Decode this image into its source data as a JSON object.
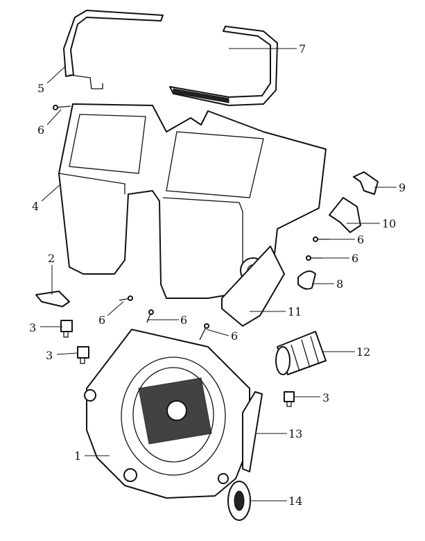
{
  "callouts": [
    {
      "id": "c5",
      "label": "5"
    },
    {
      "id": "c7",
      "label": "7"
    },
    {
      "id": "c6a",
      "label": "6"
    },
    {
      "id": "c4",
      "label": "4"
    },
    {
      "id": "c9",
      "label": "9"
    },
    {
      "id": "c10",
      "label": "10"
    },
    {
      "id": "c6b",
      "label": "6"
    },
    {
      "id": "c6c",
      "label": "6"
    },
    {
      "id": "c2",
      "label": "2"
    },
    {
      "id": "c8",
      "label": "8"
    },
    {
      "id": "c11",
      "label": "11"
    },
    {
      "id": "c3a",
      "label": "3"
    },
    {
      "id": "c6d",
      "label": "6"
    },
    {
      "id": "c6e",
      "label": "6"
    },
    {
      "id": "c6f",
      "label": "6"
    },
    {
      "id": "c3b",
      "label": "3"
    },
    {
      "id": "c12",
      "label": "12"
    },
    {
      "id": "c3c",
      "label": "3"
    },
    {
      "id": "c13",
      "label": "13"
    },
    {
      "id": "c1",
      "label": "1"
    },
    {
      "id": "c14",
      "label": "14"
    }
  ]
}
